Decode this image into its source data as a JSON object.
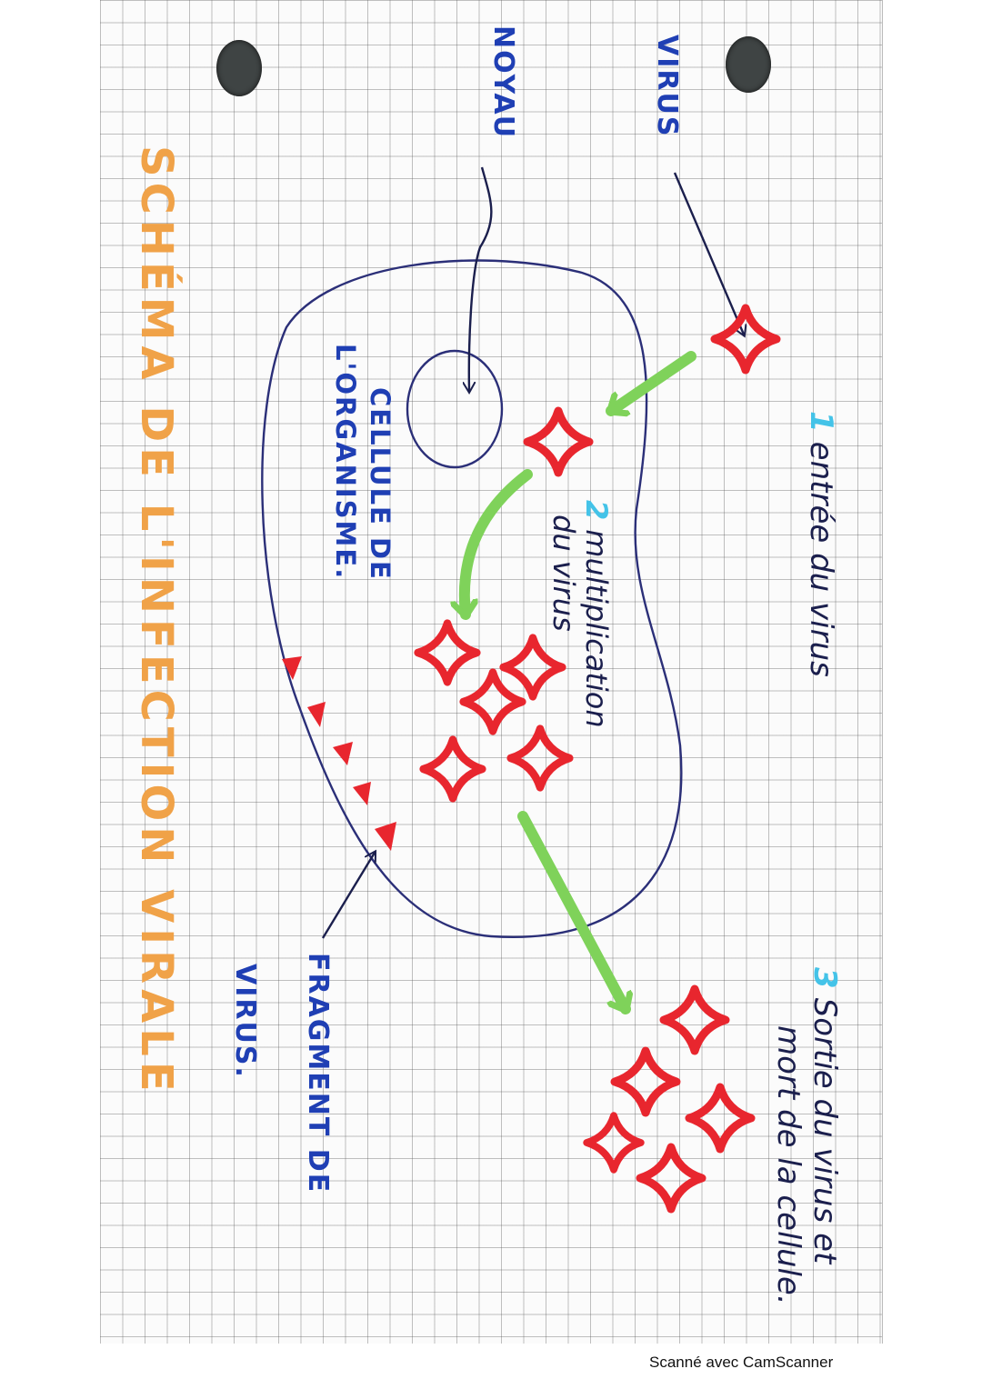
{
  "title": "SCHÉMA DE L'INFECTION VIRALE",
  "labels": {
    "virus": "VIRUS",
    "noyau": "NOYAU",
    "cellule_line1": "CELLULE DE",
    "cellule_line2": "L'ORGANISME.",
    "fragment_line1": "FRAGMENT DE",
    "fragment_line2": "VIRUS."
  },
  "steps": [
    {
      "number": "1",
      "line1": "entrée du virus",
      "line2": ""
    },
    {
      "number": "2",
      "line1": "multiplication",
      "line2": "du virus"
    },
    {
      "number": "3",
      "line1": "Sortie du virus et",
      "line2": "mort de la cellule."
    }
  ],
  "footer": "Scanné avec CamScanner",
  "colors": {
    "virus_red": "#e8262e",
    "arrow_green": "#7fd25a",
    "ink_blue": "#1f3fb4",
    "ink_dark": "#1b1f4d",
    "title_orange": "#f0a248",
    "step_number_cyan": "#44c3e8"
  }
}
